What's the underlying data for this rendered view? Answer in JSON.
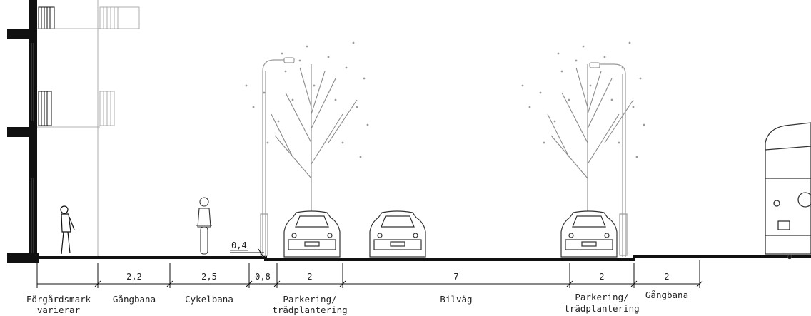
{
  "annotations": {
    "curb_height": "0,4"
  },
  "dimensions": [
    {
      "value": "",
      "label_lines": [
        "Förgårdsmark",
        "varierar"
      ]
    },
    {
      "value": "2,2",
      "label_lines": [
        "Gångbana"
      ]
    },
    {
      "value": "2,5",
      "label_lines": [
        "Cykelbana"
      ]
    },
    {
      "value": "0,8",
      "label_lines": []
    },
    {
      "value": "2",
      "label_lines": [
        "Parkering/",
        "trädplantering"
      ]
    },
    {
      "value": "7",
      "label_lines": [
        "Bilväg"
      ]
    },
    {
      "value": "2",
      "label_lines": [
        "Parkering/",
        "trädplantering"
      ]
    },
    {
      "value": "2",
      "label_lines": [
        "Gångbana"
      ]
    }
  ],
  "colors": {
    "ink": "#111111",
    "light_line": "#9a9a9a",
    "tree": "#8a8a8a"
  }
}
